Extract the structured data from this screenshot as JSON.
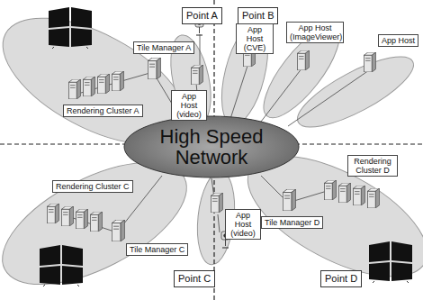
{
  "diagram": {
    "nodes": [
      {
        "text": [
          "High Speed Network"
        ]
      },
      {
        "text": [
          "Point A"
        ]
      },
      {
        "text": [
          "Tile Manager A"
        ]
      },
      {
        "text": [
          "Rendering Cluster A"
        ]
      },
      {
        "text": [
          "App Host (video)"
        ]
      },
      {
        "text": [
          "Point B"
        ]
      },
      {
        "text": [
          "App Host (CVE)"
        ]
      },
      {
        "text": [
          "App Host (ImageViewer)"
        ]
      },
      {
        "text": [
          "App Host"
        ]
      },
      {
        "text": [
          "Rendering Cluster C"
        ]
      },
      {
        "text": [
          "Tile Manager C"
        ]
      },
      {
        "text": [
          "Point C"
        ]
      },
      {
        "text": [
          "App Host (video)"
        ]
      },
      {
        "text": [
          "Tile Manager D"
        ]
      },
      {
        "text": [
          "Rendering Cluster D"
        ]
      },
      {
        "text": [
          "Point D"
        ]
      }
    ]
  }
}
